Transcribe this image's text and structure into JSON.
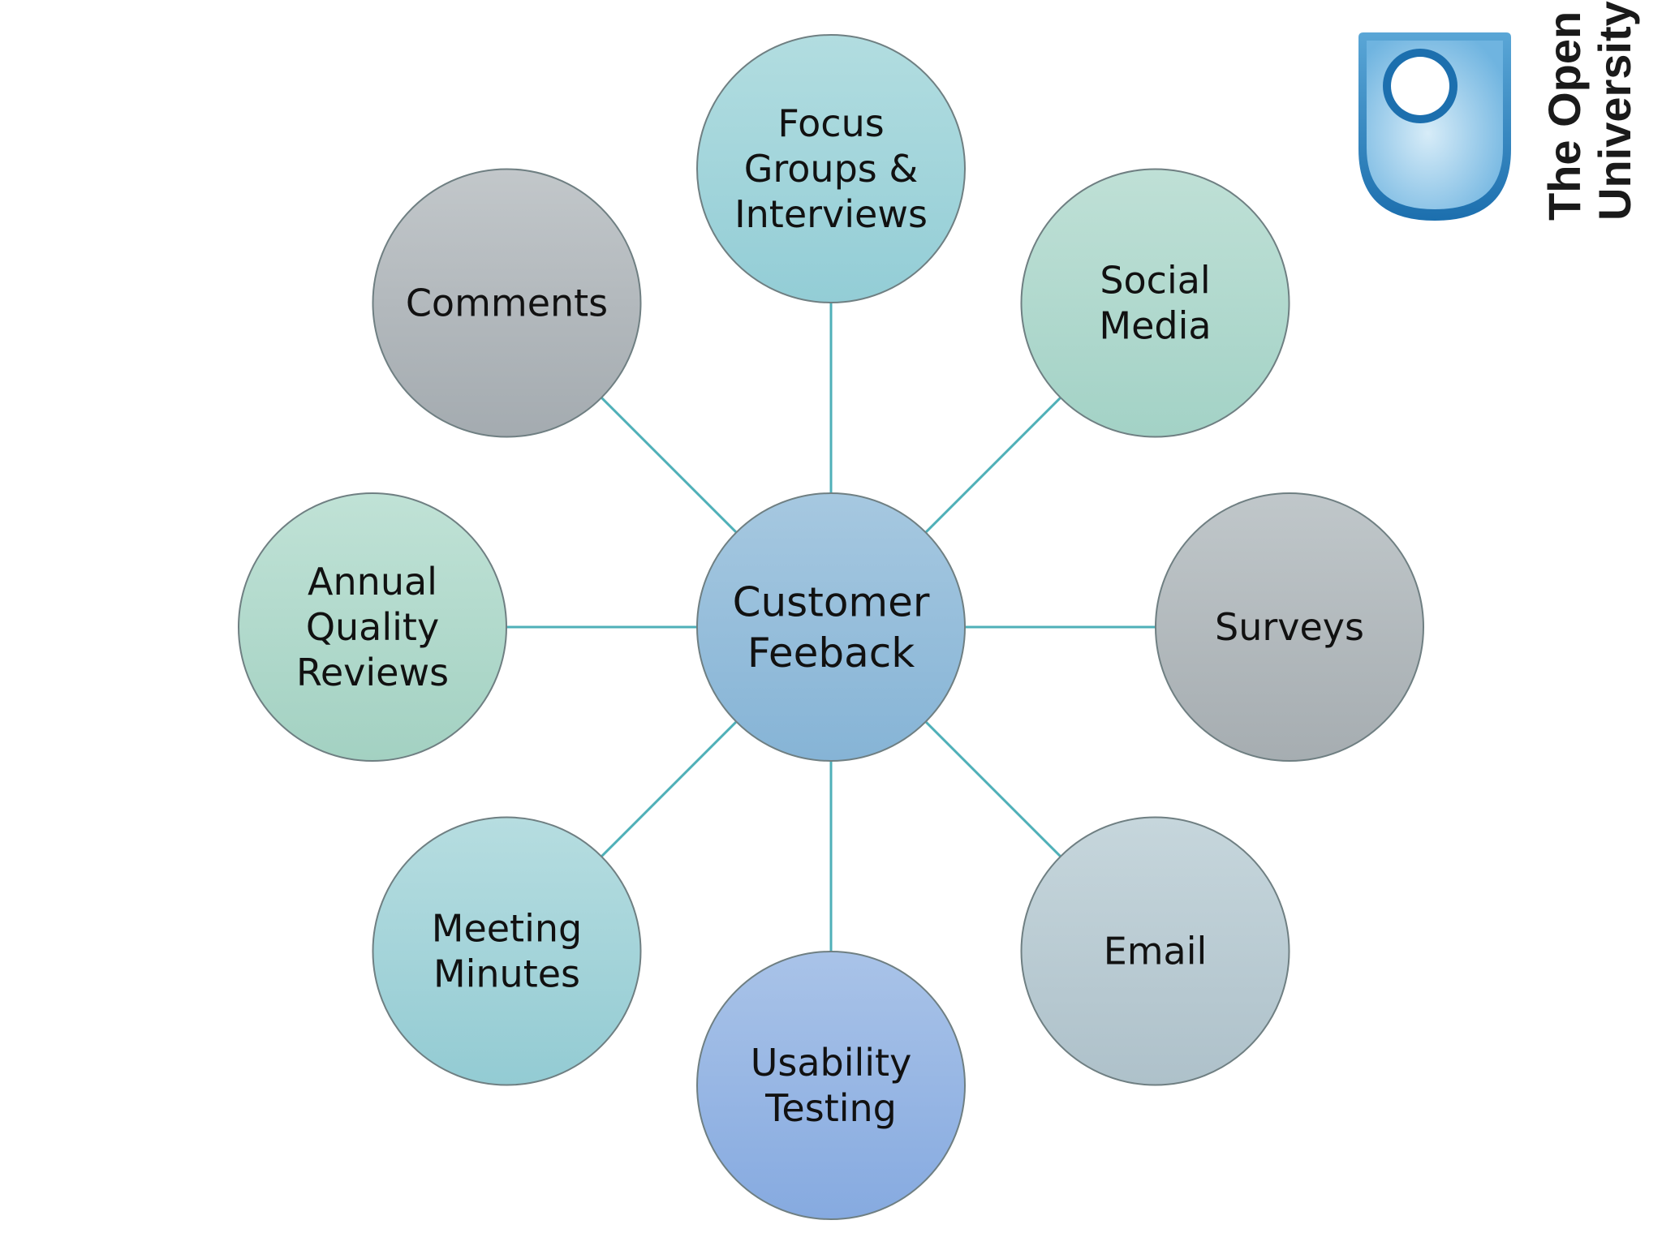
{
  "diagram": {
    "type": "hub-and-spoke",
    "center": {
      "lines": [
        "Customer",
        "Feeback"
      ],
      "fill_top": "#a6c8e0",
      "fill_bottom": "#86b4d6"
    },
    "nodes": [
      {
        "id": "focus-groups",
        "lines": [
          "Focus",
          "Groups &",
          "Interviews"
        ],
        "fill_top": "#b2dde0",
        "fill_bottom": "#93cdd6"
      },
      {
        "id": "social-media",
        "lines": [
          "Social",
          "Media"
        ],
        "fill_top": "#bfe0d6",
        "fill_bottom": "#a3d2c6"
      },
      {
        "id": "surveys",
        "lines": [
          "Surveys"
        ],
        "fill_top": "#c0c7ca",
        "fill_bottom": "#a6adb1"
      },
      {
        "id": "email",
        "lines": [
          "Email"
        ],
        "fill_top": "#c6d6dc",
        "fill_bottom": "#aec1ca"
      },
      {
        "id": "usability-testing",
        "lines": [
          "Usability",
          "Testing"
        ],
        "fill_top": "#a9c3e8",
        "fill_bottom": "#86aae0"
      },
      {
        "id": "meeting-minutes",
        "lines": [
          "Meeting",
          "Minutes"
        ],
        "fill_top": "#b6dde0",
        "fill_bottom": "#93cbd3"
      },
      {
        "id": "annual-quality-reviews",
        "lines": [
          "Annual",
          "Quality",
          "Reviews"
        ],
        "fill_top": "#c0e2d6",
        "fill_bottom": "#a3d1c2"
      },
      {
        "id": "comments",
        "lines": [
          "Comments"
        ],
        "fill_top": "#c2c7ca",
        "fill_bottom": "#a4abb0"
      }
    ],
    "connector_color": "#4fb0b8",
    "outline_color": "#6f7f82"
  },
  "logo": {
    "lines": [
      "The Open",
      "University"
    ],
    "shield_top": "#5aa6d6",
    "shield_bottom": "#1c6fae",
    "shield_inner_light": "#d7ecf8"
  }
}
